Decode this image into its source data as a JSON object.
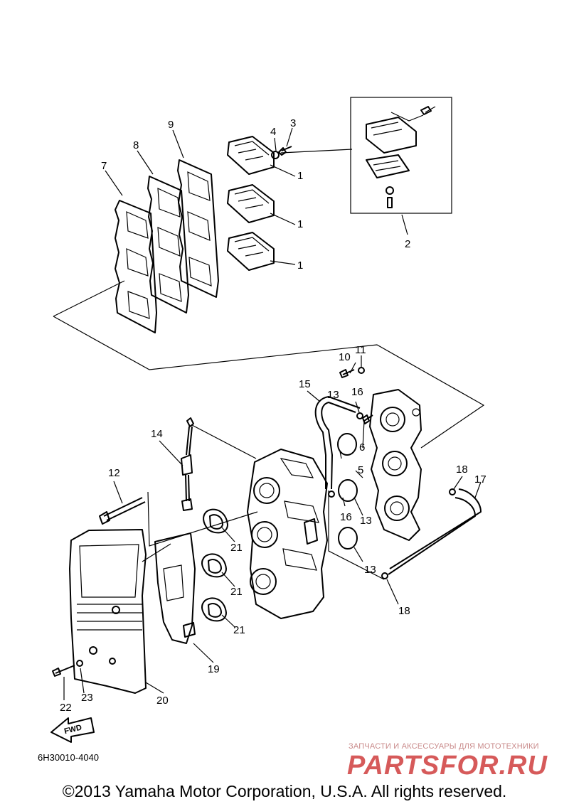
{
  "callouts": [
    {
      "id": "c1a",
      "text": "1"
    },
    {
      "id": "c1b",
      "text": "1"
    },
    {
      "id": "c1c",
      "text": "1"
    },
    {
      "id": "c2",
      "text": "2"
    },
    {
      "id": "c3",
      "text": "3"
    },
    {
      "id": "c4",
      "text": "4"
    },
    {
      "id": "c5",
      "text": "5"
    },
    {
      "id": "c6",
      "text": "6"
    },
    {
      "id": "c7",
      "text": "7"
    },
    {
      "id": "c8",
      "text": "8"
    },
    {
      "id": "c9",
      "text": "9"
    },
    {
      "id": "c10",
      "text": "10"
    },
    {
      "id": "c11",
      "text": "11"
    },
    {
      "id": "c12",
      "text": "12"
    },
    {
      "id": "c13a",
      "text": "13"
    },
    {
      "id": "c13b",
      "text": "13"
    },
    {
      "id": "c13c",
      "text": "13"
    },
    {
      "id": "c14",
      "text": "14"
    },
    {
      "id": "c15",
      "text": "15"
    },
    {
      "id": "c16a",
      "text": "16"
    },
    {
      "id": "c16b",
      "text": "16"
    },
    {
      "id": "c17",
      "text": "17"
    },
    {
      "id": "c18a",
      "text": "18"
    },
    {
      "id": "c18b",
      "text": "18"
    },
    {
      "id": "c19",
      "text": "19"
    },
    {
      "id": "c20",
      "text": "20"
    },
    {
      "id": "c21a",
      "text": "21"
    },
    {
      "id": "c21b",
      "text": "21"
    },
    {
      "id": "c21c",
      "text": "21"
    },
    {
      "id": "c22",
      "text": "22"
    },
    {
      "id": "c23",
      "text": "23"
    }
  ],
  "fwd_label": "FWD",
  "drawing_code": "6H30010-4040",
  "copyright": "©2013 Yamaha Motor Corporation, U.S.A. All rights reserved.",
  "watermark": {
    "subtitle": "ЗАПЧАСТИ И АКСЕССУАРЫ ДЛЯ МОТОТЕХНИКИ",
    "brand": "PARTSFOR.RU"
  }
}
